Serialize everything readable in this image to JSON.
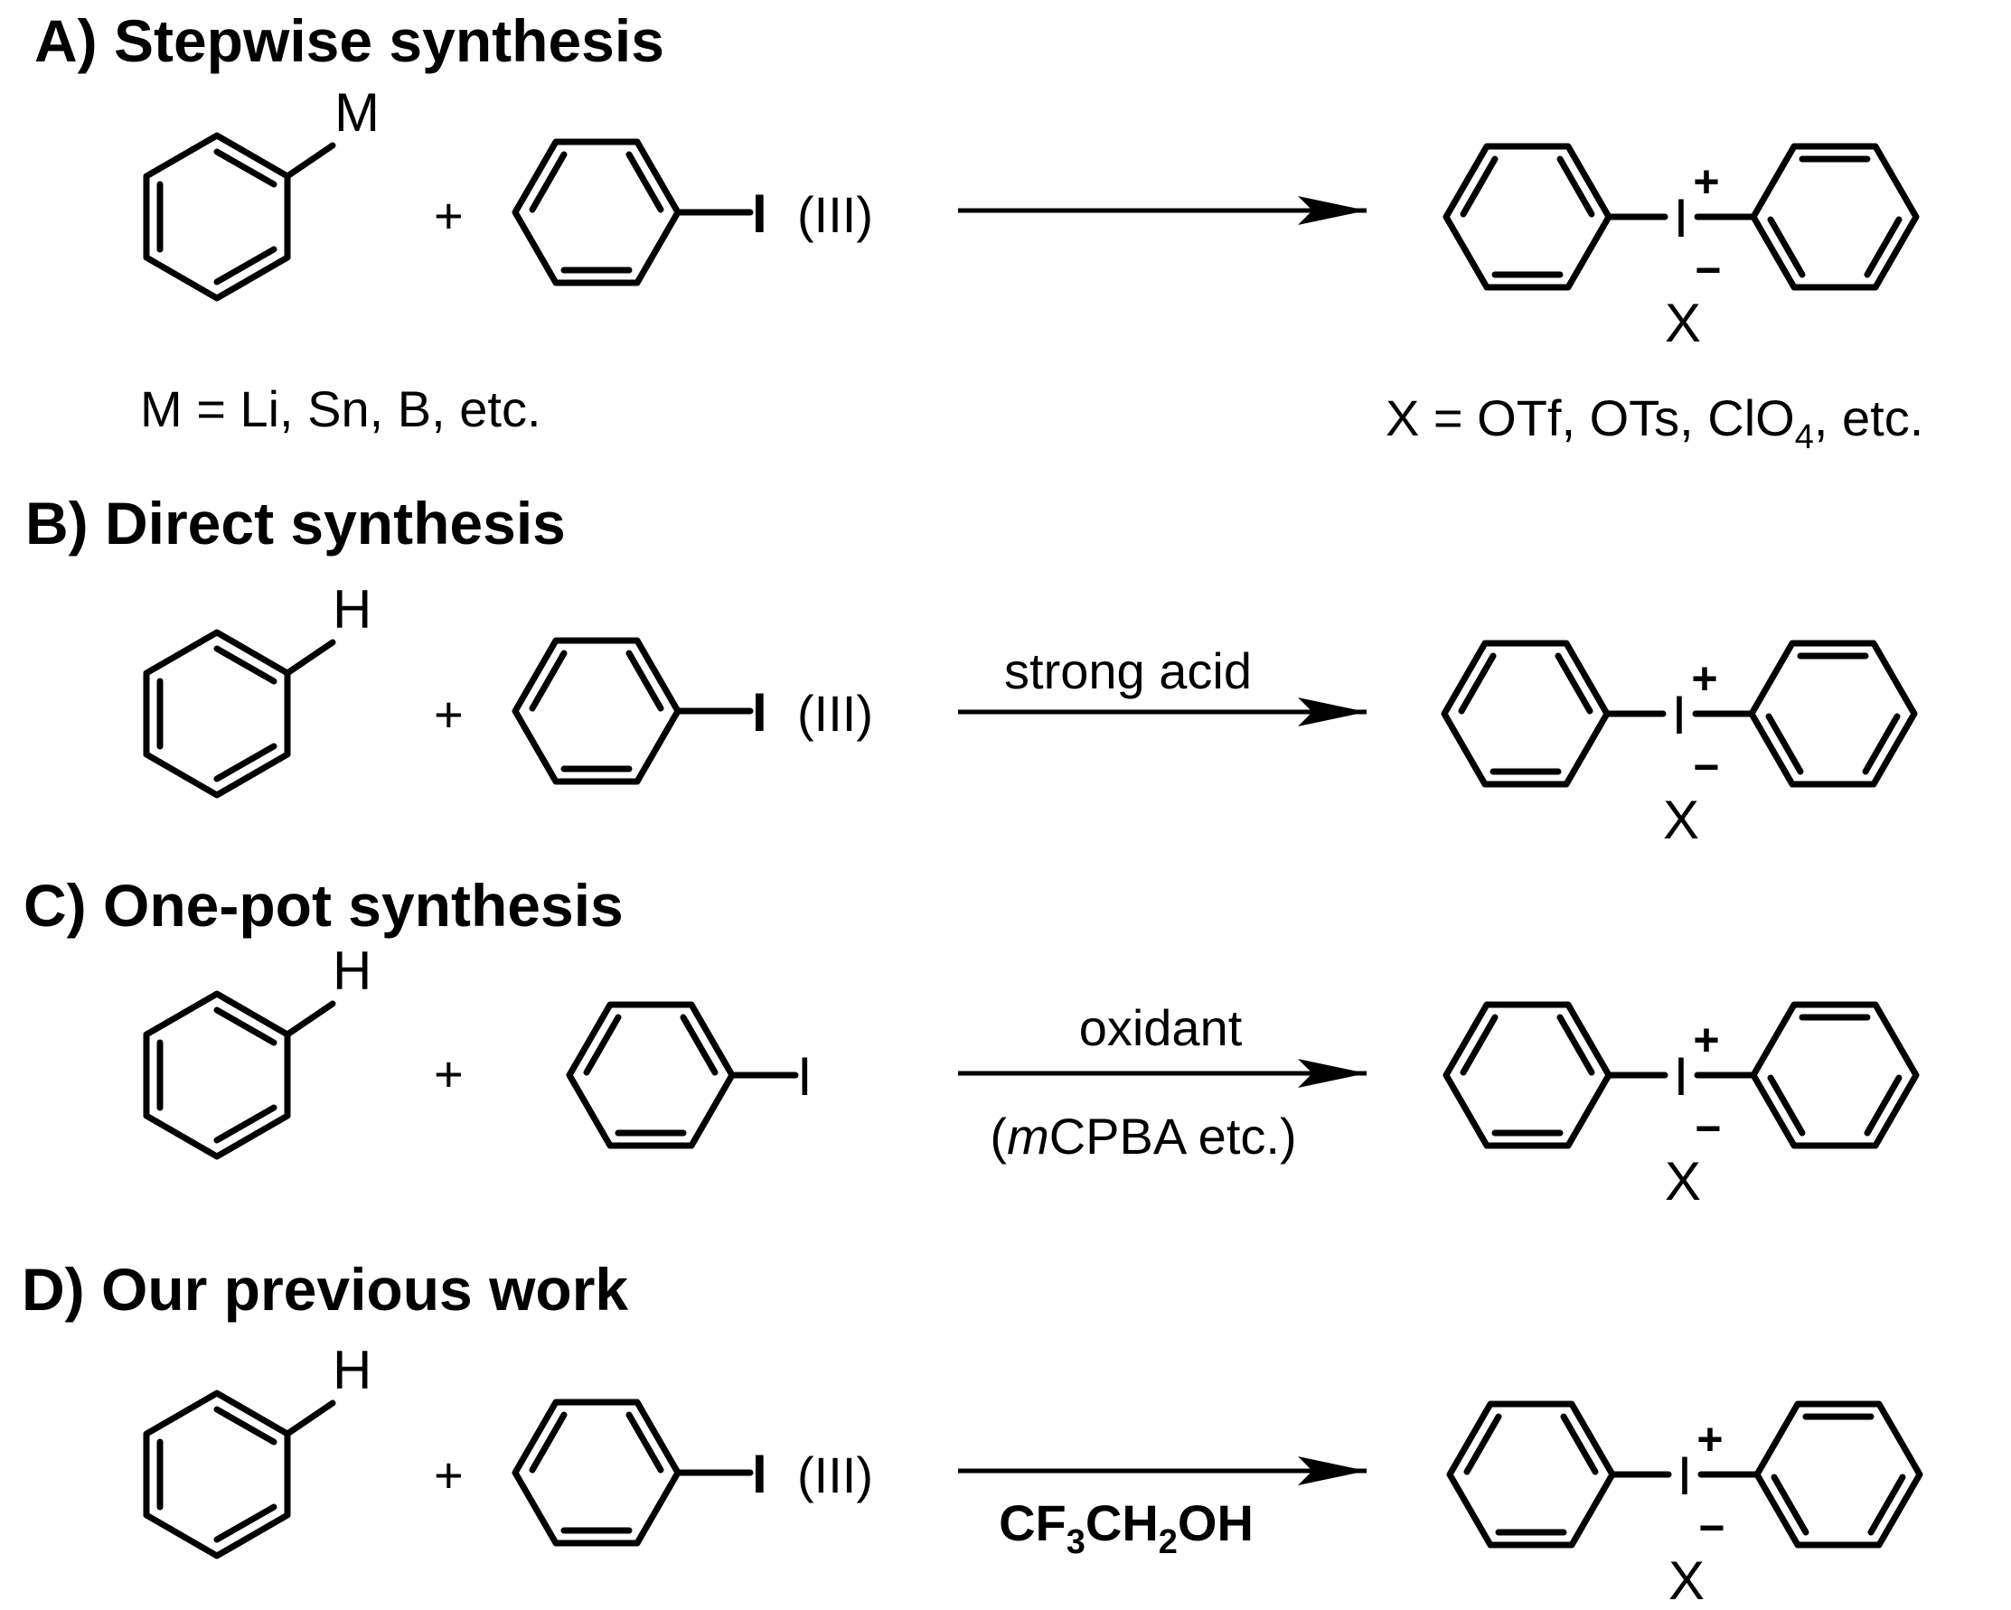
{
  "sections": [
    {
      "id": "A",
      "title": "A) Stepwise synthesis",
      "substituent": "M",
      "plus": "+",
      "reagent_atom": "I",
      "reagent_oxidation": "(III)",
      "reagent_has_oxidation": true,
      "condition_above": "",
      "condition_below": "",
      "condition_below_bold": false,
      "product_center": "I",
      "product_cation_charge": "+",
      "product_anion_charge": "−",
      "product_anion": "X",
      "note_left": "M = Li, Sn, B, etc.",
      "note_right_prefix": "X = OTf, OTs, ClO",
      "note_right_sub": "4",
      "note_right_suffix": ", etc."
    },
    {
      "id": "B",
      "title": "B) Direct synthesis",
      "substituent": "H",
      "plus": "+",
      "reagent_atom": "I",
      "reagent_oxidation": "(III)",
      "reagent_has_oxidation": true,
      "condition_above": "strong acid",
      "condition_below": "",
      "condition_below_bold": false,
      "product_center": "I",
      "product_cation_charge": "+",
      "product_anion_charge": "−",
      "product_anion": "X"
    },
    {
      "id": "C",
      "title": "C) One-pot synthesis",
      "substituent": "H",
      "plus": "+",
      "reagent_atom": "I",
      "reagent_oxidation": "",
      "reagent_has_oxidation": false,
      "condition_above": "oxidant",
      "condition_below_open": "(",
      "condition_below_italic": "m",
      "condition_below_rest": "CPBA etc.)",
      "condition_below_bold": false,
      "product_center": "I",
      "product_cation_charge": "+",
      "product_anion_charge": "−",
      "product_anion": "X"
    },
    {
      "id": "D",
      "title": "D) Our previous work",
      "substituent": "H",
      "plus": "+",
      "reagent_atom": "I",
      "reagent_oxidation": "(III)",
      "reagent_has_oxidation": true,
      "condition_above": "",
      "solvent_parts": [
        "CF",
        "3",
        "CH",
        "2",
        "OH"
      ],
      "condition_below_bold": true,
      "product_center": "I",
      "product_cation_charge": "+",
      "product_anion_charge": "−",
      "product_anion": "X"
    }
  ]
}
